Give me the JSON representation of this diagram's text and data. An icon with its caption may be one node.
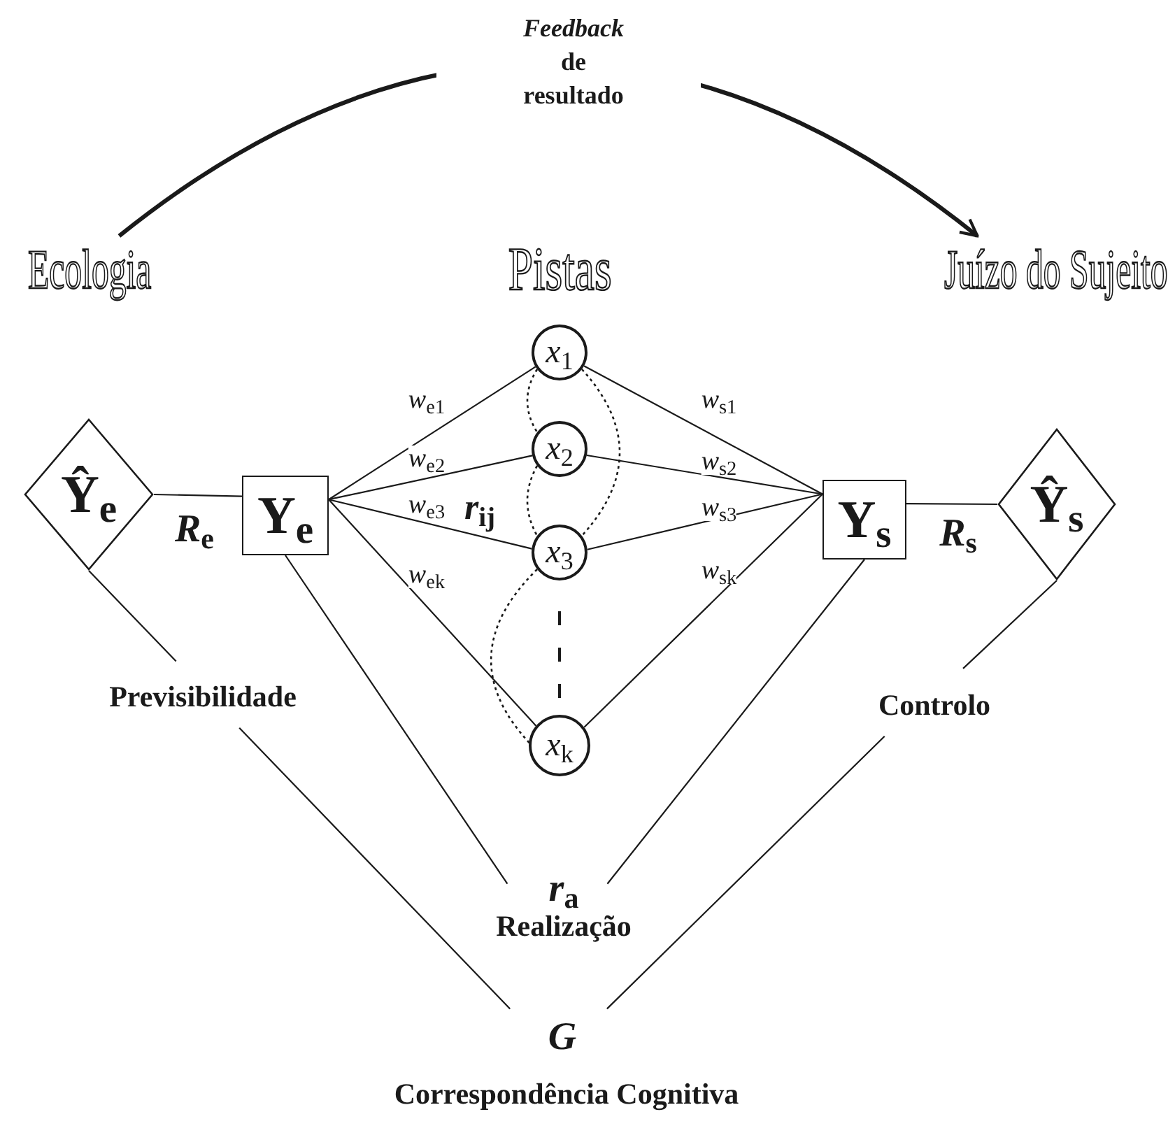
{
  "diagram": {
    "nodes": [
      {
        "text": [
          "Ecologia"
        ]
      },
      {
        "text": [
          "Juízo do Sujeito"
        ]
      },
      {
        "text": [
          "Ŷ$_{e}$"
        ]
      },
      {
        "text": [
          "Y$_{e}$"
        ]
      },
      {
        "text": [
          "*x*$_{1}$"
        ]
      },
      {
        "text": [
          "*x*$_{2}$"
        ]
      },
      {
        "text": [
          "*x*$_{3}$"
        ]
      },
      {
        "text": [
          "*x*$_{k}$"
        ]
      },
      {
        "text": [
          "Y$_{s}$"
        ]
      },
      {
        "text": [
          "Ŷ$_{s}$"
        ]
      },
      {
        "text": [
          "Previsibilidade"
        ]
      },
      {
        "text": [
          "Controlo"
        ]
      },
      {
        "text": [
          "*r*$_{a}$",
          "Realização"
        ]
      },
      {
        "text": [
          "G"
        ],
        "beside": [
          "Correspondência Cognitiva"
        ]
      }
    ],
    "edges": [
      {
        "from": 0,
        "to": 1,
        "arrow": "to",
        "style": "thick",
        "label": "*Feedback* de resultado"
      },
      {
        "from": 2,
        "to": 3,
        "arrow": "none",
        "label": "*R*$_{e}$"
      },
      {
        "from": 3,
        "to": 4,
        "arrow": "none",
        "label": "*w*$_{e1}$"
      },
      {
        "from": 3,
        "to": 5,
        "arrow": "none",
        "label": "*w*$_{e2}$"
      },
      {
        "from": 3,
        "to": 6,
        "arrow": "none",
        "label": "*w*$_{e3}$"
      },
      {
        "from": 3,
        "to": 7,
        "arrow": "none",
        "label": "*w*$_{ek}$"
      },
      {
        "from": 4,
        "to": 8,
        "arrow": "none",
        "label": "*w*$_{s1}$"
      },
      {
        "from": 5,
        "to": 8,
        "arrow": "none",
        "label": "*w*$_{s2}$"
      },
      {
        "from": 6,
        "to": 8,
        "arrow": "none",
        "label": "*w*$_{s3}$"
      },
      {
        "from": 7,
        "to": 8,
        "arrow": "none",
        "label": "*w*$_{sk}$"
      },
      {
        "from": 8,
        "to": 9,
        "arrow": "none",
        "label": "*R*$_{s}$"
      },
      {
        "from": 2,
        "to": 10,
        "arrow": "none"
      },
      {
        "from": 10,
        "to": 13,
        "arrow": "none"
      },
      {
        "from": 3,
        "to": 12,
        "arrow": "none"
      },
      {
        "from": 8,
        "to": 12,
        "arrow": "none"
      },
      {
        "from": 9,
        "to": 11,
        "arrow": "none"
      },
      {
        "from": 11,
        "to": 13,
        "arrow": "none"
      },
      {
        "from": 4,
        "to": 5,
        "arrow": "none",
        "style": "dashed"
      },
      {
        "from": 5,
        "to": 6,
        "arrow": "none",
        "style": "dashed",
        "label": "*r*$_{ij}$"
      },
      {
        "from": 6,
        "to": 7,
        "arrow": "none",
        "style": "dashed"
      },
      {
        "from": 4,
        "to": 6,
        "arrow": "none",
        "style": "dashed"
      }
    ],
    "labels": [
      "Pistas"
    ]
  }
}
